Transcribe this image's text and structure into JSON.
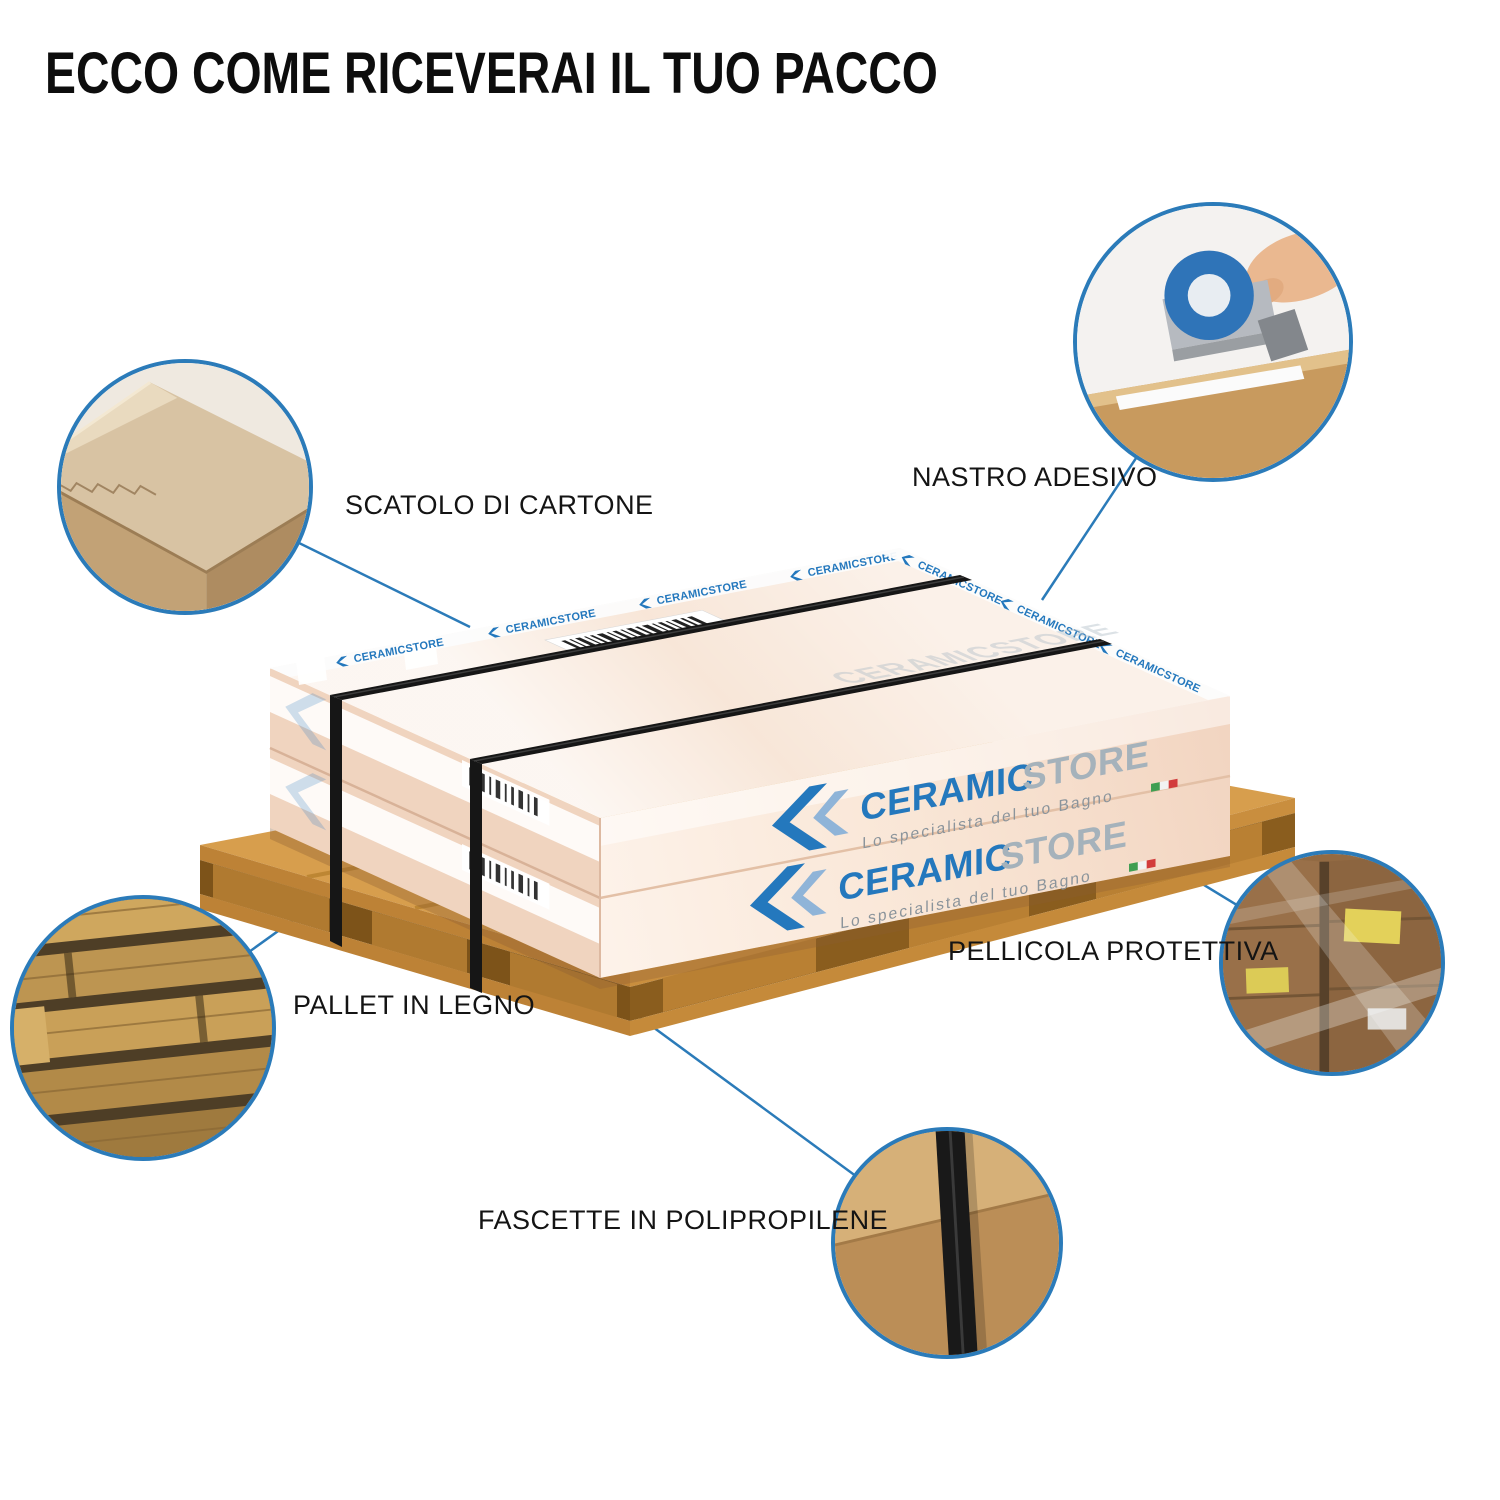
{
  "page": {
    "title": "ECCO COME RICEVERAI IL TUO PACCO"
  },
  "brand": {
    "name_primary": "CERAMIC",
    "name_secondary": "STORE",
    "compact": "CERAMICSTORE",
    "tagline": "Lo specialista del tuo Bagno"
  },
  "callouts": [
    {
      "id": "scatolo",
      "label": "SCATOLO DI CARTONE"
    },
    {
      "id": "nastro",
      "label": "NASTRO ADESIVO"
    },
    {
      "id": "pallet",
      "label": "PALLET IN LEGNO"
    },
    {
      "id": "pellicola",
      "label": "PELLICOLA PROTETTIVA"
    },
    {
      "id": "fascette",
      "label": "FASCETTE IN POLIPROPILENE"
    }
  ],
  "colors": {
    "accent_blue": "#2b7bb9",
    "logo_blue": "#2478bd",
    "logo_gray": "#a5b2bb",
    "box_peach": "#f6e0cf",
    "pallet_wood": "#d79e4d",
    "strap_black": "#161616",
    "tape_white": "#fcfcfc"
  }
}
